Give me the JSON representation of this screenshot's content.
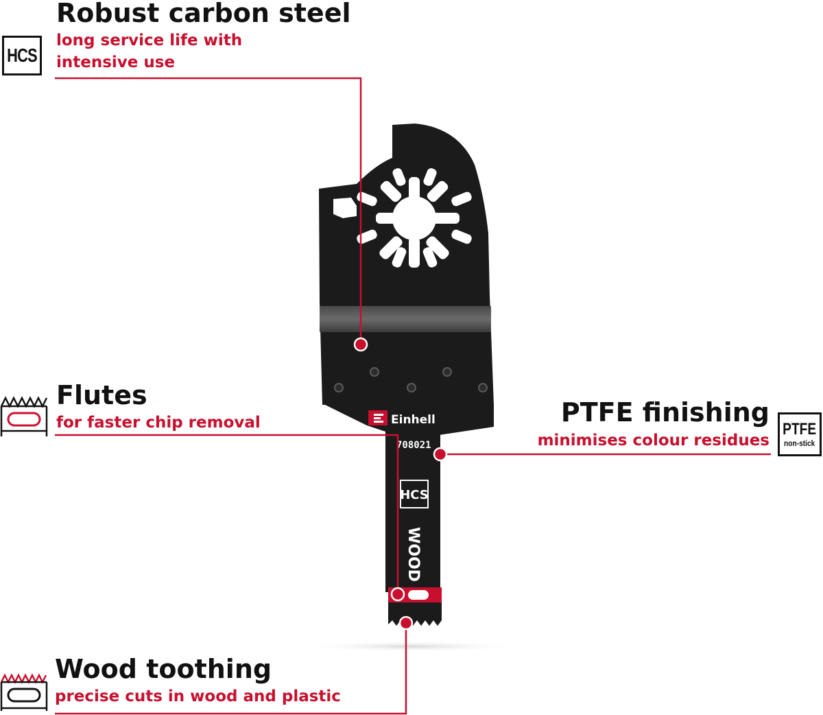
{
  "features": {
    "carbon": {
      "title": "Robust carbon steel",
      "sub1": "long service life with",
      "sub2": "intensive use",
      "icon": "hcs-icon",
      "icon_text": "HCS"
    },
    "flutes": {
      "title": "Flutes",
      "sub": "for faster chip removal",
      "icon": "flutes-icon"
    },
    "ptfe": {
      "title": "PTFE finishing",
      "sub": "minimises colour residues",
      "icon": "ptfe-icon",
      "icon_text": "PTFE",
      "icon_subtext": "non-stick"
    },
    "wood": {
      "title": "Wood toothing",
      "sub": "precise cuts in wood and plastic",
      "icon": "wood-toothing-icon"
    }
  },
  "blade": {
    "brand": "Einhell",
    "code": "708021",
    "material": "HCS",
    "application": "WOOD"
  },
  "colors": {
    "accent": "#c8102e",
    "text": "#111111",
    "blade": "#1b1b1b"
  }
}
